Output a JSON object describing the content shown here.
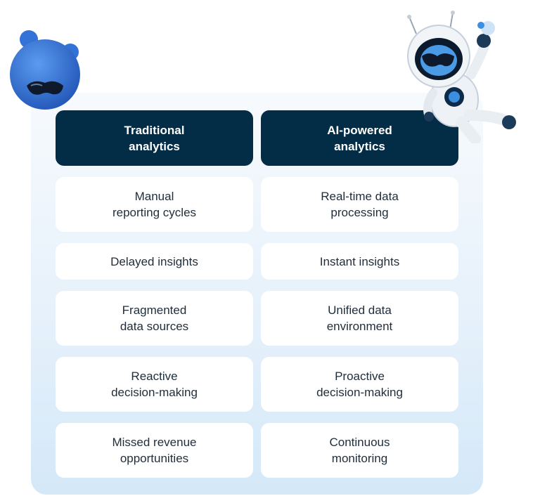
{
  "columns": {
    "left": {
      "header": "Traditional\nanalytics",
      "items": [
        "Manual\nreporting cycles",
        "Delayed insights",
        "Fragmented\ndata sources",
        "Reactive\ndecision-making",
        "Missed revenue\nopportunities"
      ]
    },
    "right": {
      "header": "AI-powered\nanalytics",
      "items": [
        "Real-time data\nprocessing",
        "Instant insights",
        "Unified data\nenvironment",
        "Proactive\ndecision-making",
        "Continuous\nmonitoring"
      ]
    }
  },
  "colors": {
    "header_bg": "#032d46",
    "card_bg": "#ffffff",
    "panel_top": "#f7fafd",
    "panel_bottom": "#d4e8f8",
    "mascot_blue": "#2f74d9"
  },
  "icons": [
    "blue-mascot-icon",
    "robot-mascot-icon"
  ]
}
